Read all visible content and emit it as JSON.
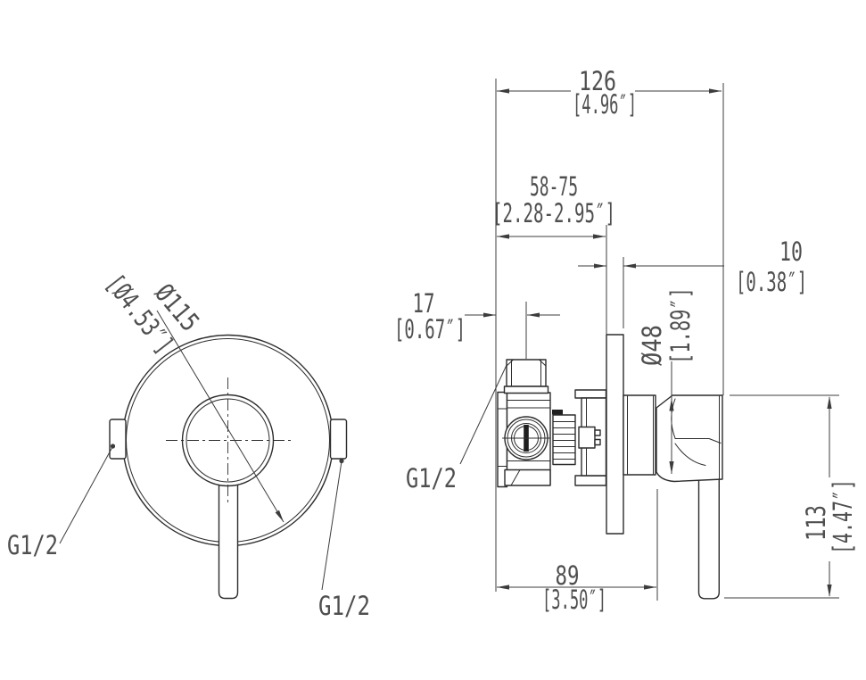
{
  "drawing": {
    "background": "#ffffff",
    "line_color": "#2c2c2c",
    "dim_line_color": "#3c3c3c",
    "text_color": "#4f4f4f",
    "front_view": {
      "plate_diameter_mm": "Ø115",
      "plate_diameter_inch": "[Ø4.53″]",
      "left_connection_label": "G1/2",
      "right_connection_label": "G1/2"
    },
    "side_view": {
      "connection_label": "G1/2",
      "total_depth_mm": "126",
      "total_depth_inch": "[4.96″]",
      "rough_in_depth_mm": "58-75",
      "rough_in_depth_inch": "[2.28-2.95″]",
      "inlet_offset_mm": "17",
      "inlet_offset_inch": "[0.67″]",
      "plate_thickness_mm": "10",
      "plate_thickness_inch": "[0.38″]",
      "handle_diameter_mm": "Ø48",
      "handle_diameter_inch": "[1.89″]",
      "body_depth_mm": "89",
      "body_depth_inch": "[3.50″]",
      "handle_height_mm": "113",
      "handle_height_inch": "[4.47″]"
    }
  }
}
